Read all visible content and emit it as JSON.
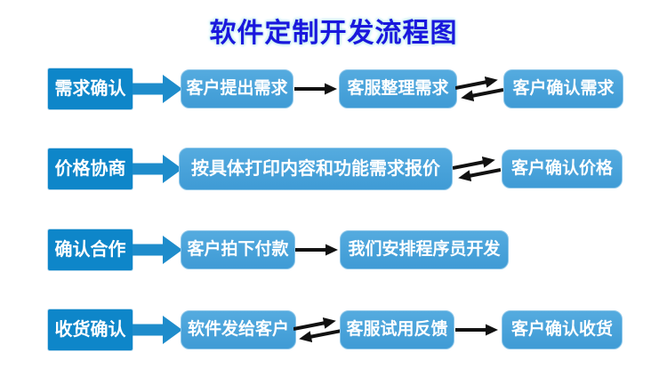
{
  "title": "软件定制开发流程图",
  "colors": {
    "title_text": "#1a18dd",
    "title_glow": "#c9f0f2",
    "stage_box": "#0e86c9",
    "big_arrow": "#1e8ccb",
    "process_box": "#47a1d9",
    "black_arrow": "#111111",
    "background": "#ffffff"
  },
  "rows": [
    {
      "stage": "需求确认",
      "boxes": [
        "客户提出需求",
        "客服整理需求",
        "客户确认需求"
      ],
      "connectors": [
        "big-arrow",
        "single-arrow",
        "double-arrow"
      ]
    },
    {
      "stage": "价格协商",
      "boxes": [
        "按具体打印内容和功能需求报价",
        "客户确认价格"
      ],
      "connectors": [
        "big-arrow",
        "double-arrow"
      ]
    },
    {
      "stage": "确认合作",
      "boxes": [
        "客户拍下付款",
        "我们安排程序员开发"
      ],
      "connectors": [
        "big-arrow",
        "single-arrow"
      ]
    },
    {
      "stage": "收货确认",
      "boxes": [
        "软件发给客户",
        "客服试用反馈",
        "客户确认收货"
      ],
      "connectors": [
        "big-arrow",
        "double-arrow",
        "single-arrow"
      ]
    }
  ]
}
